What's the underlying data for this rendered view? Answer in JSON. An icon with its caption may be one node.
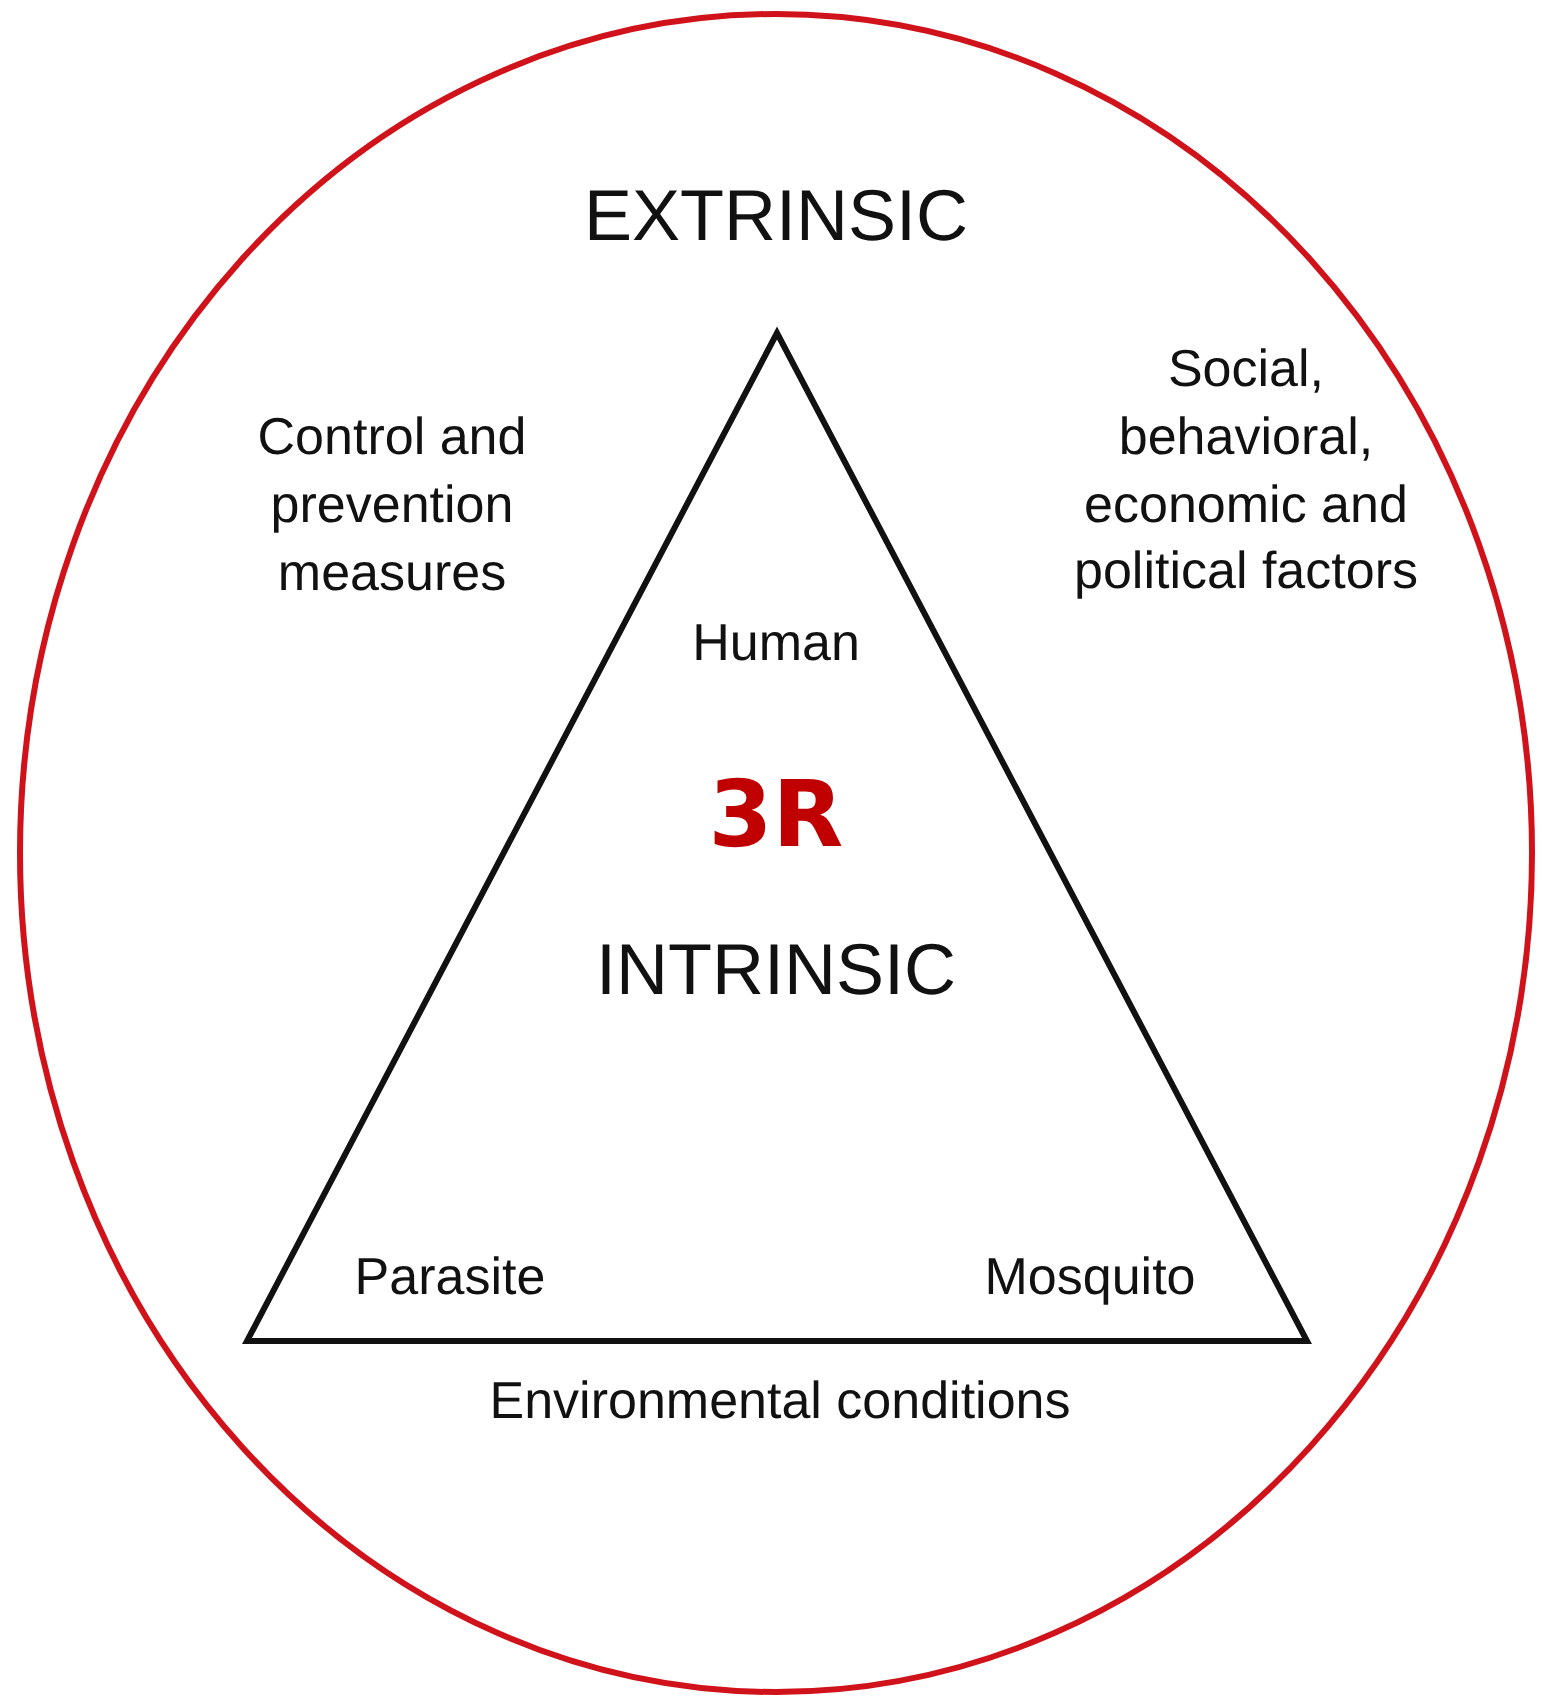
{
  "diagram": {
    "nodes": [
      {
        "text": [
          "EXTRINSIC",
          "Control and prevention measures",
          "Social, behavioral, economic and political factors",
          "Environmental conditions"
        ]
      },
      {
        "text": [
          "Human",
          "3R",
          "INTRINSIC",
          "Parasite",
          "Mosquito"
        ],
        "in": 0
      }
    ]
  }
}
